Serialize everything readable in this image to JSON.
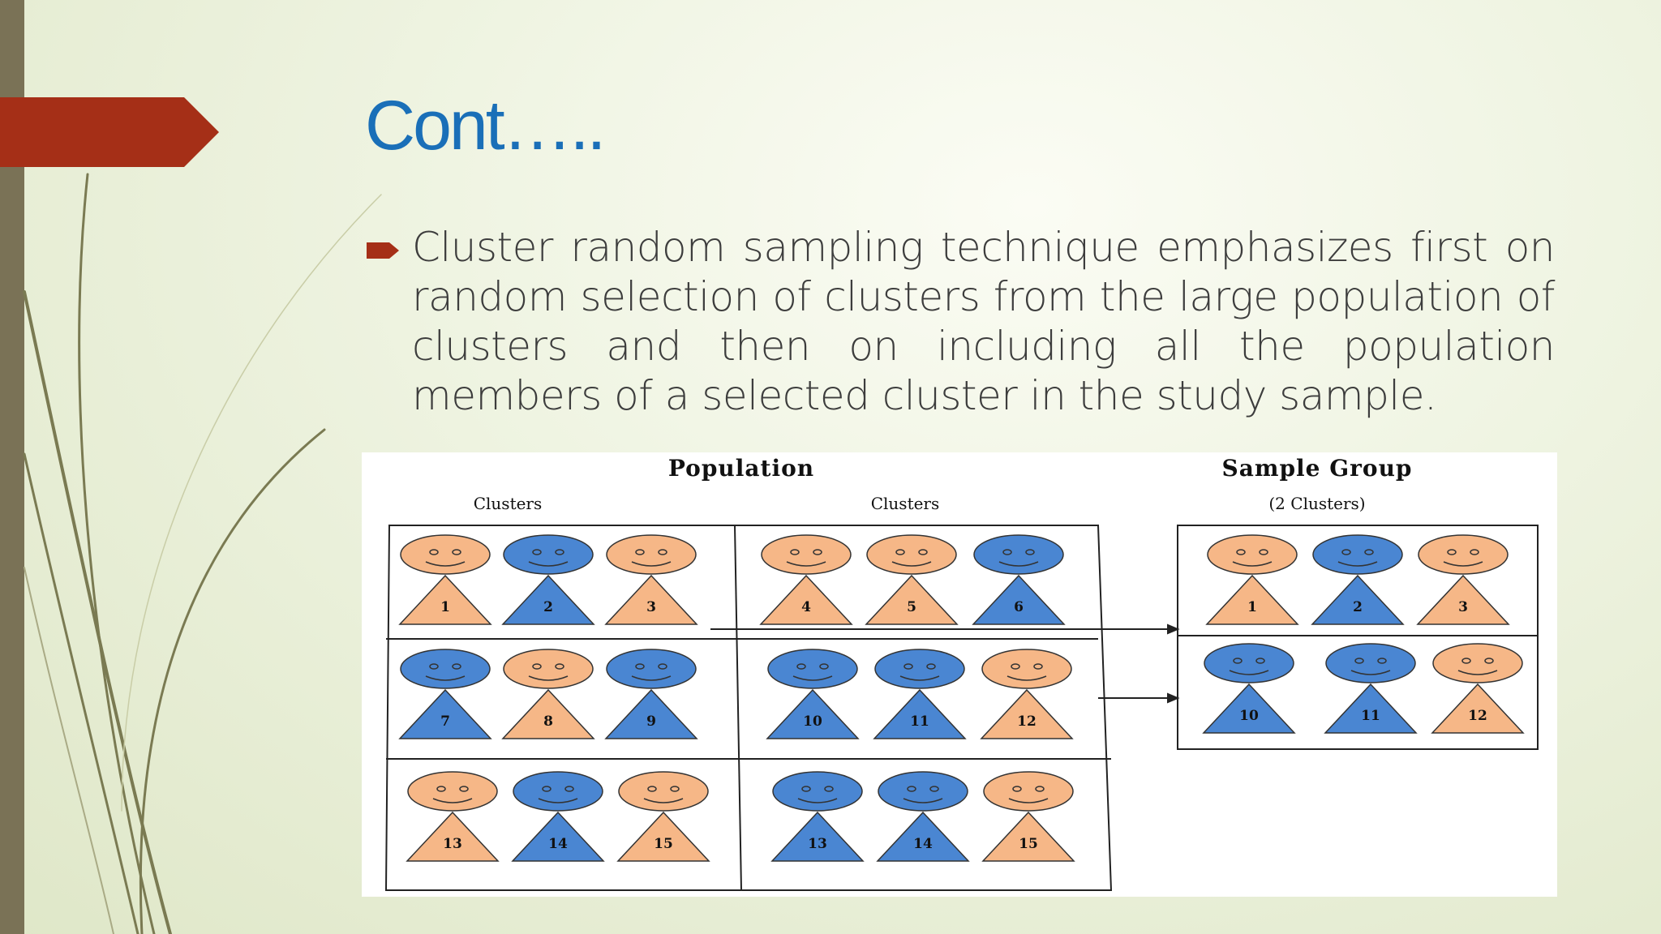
{
  "slide": {
    "title": "Cont…..",
    "bullet": "Cluster random sampling technique emphasizes first on random selection of clusters from the large population of clusters and then on including all the population members of a selected cluster in the study sample."
  },
  "colors": {
    "accent_tab": "#a52f17",
    "title": "#1a6fb8",
    "left_bar": "#7a7256",
    "face_orange": "#f6b787",
    "face_blue": "#4a86d2"
  },
  "diagram": {
    "population_title": "Population",
    "sample_title": "Sample Group",
    "clusters_label_left": "Clusters",
    "clusters_label_right": "Clusters",
    "sample_subtitle": "(2 Clusters)",
    "population_clusters": [
      {
        "people": [
          {
            "n": "1",
            "color": "orange"
          },
          {
            "n": "2",
            "color": "blue"
          },
          {
            "n": "3",
            "color": "orange"
          }
        ]
      },
      {
        "people": [
          {
            "n": "4",
            "color": "orange"
          },
          {
            "n": "5",
            "color": "orange"
          },
          {
            "n": "6",
            "color": "blue"
          }
        ]
      },
      {
        "people": [
          {
            "n": "7",
            "color": "blue"
          },
          {
            "n": "8",
            "color": "orange"
          },
          {
            "n": "9",
            "color": "blue"
          }
        ]
      },
      {
        "people": [
          {
            "n": "10",
            "color": "blue"
          },
          {
            "n": "11",
            "color": "blue"
          },
          {
            "n": "12",
            "color": "orange"
          }
        ]
      },
      {
        "people": [
          {
            "n": "13",
            "color": "orange"
          },
          {
            "n": "14",
            "color": "blue"
          },
          {
            "n": "15",
            "color": "orange"
          }
        ]
      },
      {
        "people": [
          {
            "n": "13",
            "color": "blue"
          },
          {
            "n": "14",
            "color": "blue"
          },
          {
            "n": "15",
            "color": "orange"
          }
        ]
      }
    ],
    "sample_clusters": [
      {
        "people": [
          {
            "n": "1",
            "color": "orange"
          },
          {
            "n": "2",
            "color": "blue"
          },
          {
            "n": "3",
            "color": "orange"
          }
        ]
      },
      {
        "people": [
          {
            "n": "10",
            "color": "blue"
          },
          {
            "n": "11",
            "color": "blue"
          },
          {
            "n": "12",
            "color": "orange"
          }
        ]
      }
    ]
  }
}
